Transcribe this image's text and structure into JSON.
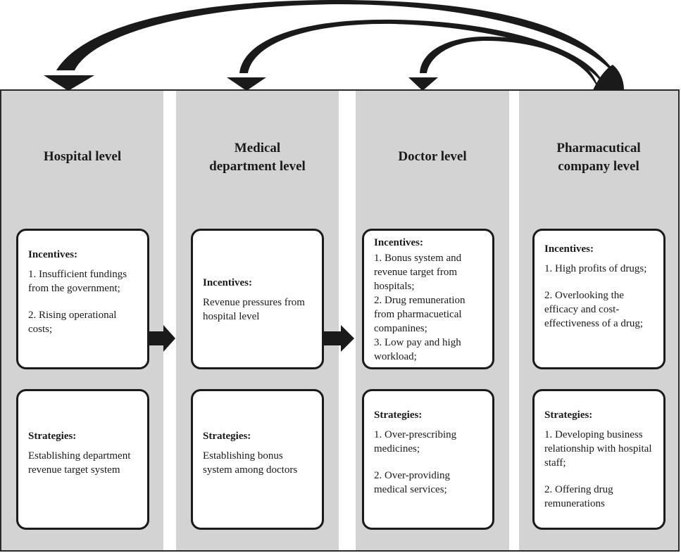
{
  "levels": {
    "hospital": {
      "heading": "Hospital level",
      "incentives_title": "Incentives:",
      "incentives": [
        "1. Insufficient fundings from the government;",
        "2. Rising operational costs;"
      ],
      "strategies_title": "Strategies:",
      "strategies": [
        "Establishing department revenue target system"
      ]
    },
    "department": {
      "heading": "Medical\ndepartment level",
      "incentives_title": "Incentives:",
      "incentives": [
        "Revenue pressures from hospital level"
      ],
      "strategies_title": "Strategies:",
      "strategies": [
        "Establishing bonus system among doctors"
      ]
    },
    "doctor": {
      "heading": "Doctor level",
      "incentives_title": "Incentives:",
      "incentives": [
        "1. Bonus system and revenue target from hospitals;",
        "2. Drug remuneration from pharmacuetical companines;",
        "3. Low pay and high workload;"
      ],
      "strategies_title": "Strategies:",
      "strategies": [
        "1. Over-prescribing medicines;",
        "2. Over-providing medical services;"
      ]
    },
    "pharma": {
      "heading": "Pharmacutical\ncompany level",
      "incentives_title": "Incentives:",
      "incentives": [
        "1. High profits of drugs;",
        "2. Overlooking the efficacy and cost-effectiveness of a drug;"
      ],
      "strategies_title": "Strategies:",
      "strategies": [
        "1. Developing business relationship with hospital staff;",
        "2. Offering drug remunerations"
      ]
    }
  },
  "colors": {
    "column_fill": "#d3d3d3",
    "arrow": "#1a1a1a",
    "box_border": "#1a1a1a"
  }
}
